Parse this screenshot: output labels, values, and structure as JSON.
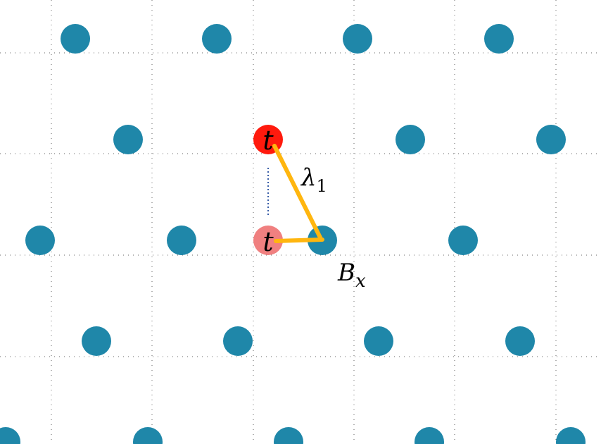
{
  "colors": {
    "lattice_point": "#1f87a9",
    "target_point": "#ff1a0d",
    "shifted_target_point": "#f08080",
    "vector": "#ffb60f",
    "grid": "#666666",
    "offset_line": "#3b5fa8",
    "background": "#ffffff"
  },
  "labels": {
    "target_top": "t",
    "target_bottom": "t",
    "lambda_symbol": "λ",
    "lambda_subscript": "1",
    "basis_symbol": "B",
    "basis_subscript": "x"
  },
  "icons": {
    "lattice_point": "filled-circle",
    "target_point": "filled-circle"
  }
}
